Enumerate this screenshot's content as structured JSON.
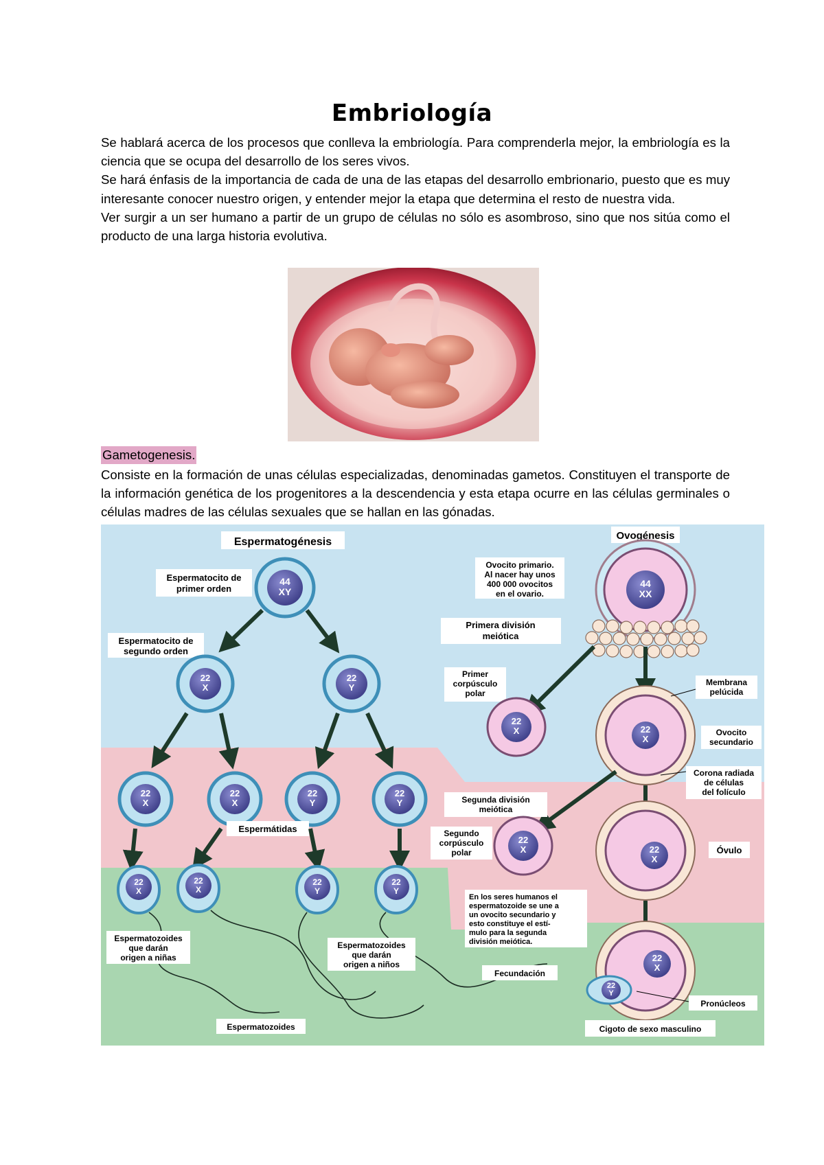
{
  "title": "Embriología",
  "intro_paragraphs": [
    "Se hablará acerca de los procesos que conlleva la embriología. Para comprenderla mejor, la embriología es la ciencia que se ocupa del desarrollo de los seres vivos.",
    "Se hará énfasis de la importancia de cada de una de las etapas del desarrollo embrionario, puesto que es muy interesante conocer nuestro origen, y entender mejor la etapa que determina el resto de nuestra vida.",
    "Ver surgir a un ser humano a partir de un grupo de células no sólo es asombroso, sino que nos sitúa como el producto de una larga historia evolutiva."
  ],
  "section": {
    "heading": "Gametogenesis.",
    "paragraph": "Consiste en la formación de unas células especializadas, denominadas gametos. Constituyen el transporte de la información genética de los progenitores a la descendencia y esta etapa ocurre en las células germinales o células madres de las células sexuales que se hallan en las gónadas."
  },
  "diagram": {
    "left_title": "Espermatogénesis",
    "right_title": "Ovogénesis",
    "labels": {
      "primary_spermatocyte": [
        "Espermatocito de",
        "primer orden"
      ],
      "secondary_spermatocyte": [
        "Espermatocito de",
        "segundo orden"
      ],
      "spermatids": "Espermátidas",
      "sperm_girls": [
        "Espermatozoides",
        "que darán",
        "origen a niñas"
      ],
      "sperm_boys": [
        "Espermatozoides",
        "que darán",
        "origen a niños"
      ],
      "sperm": "Espermatozoides",
      "primary_oocyte": [
        "Ovocito primario.",
        "Al nacer hay unos",
        "400 000 ovocitos",
        "en el ovario."
      ],
      "first_division": [
        "Primera división",
        "meiótica"
      ],
      "first_polar": [
        "Primer",
        "corpúsculo",
        "polar"
      ],
      "zona": [
        "Membrana",
        "pelúcida"
      ],
      "secondary_oocyte": [
        "Ovocito",
        "secundario"
      ],
      "corona": [
        "Corona radiada",
        "de células",
        "del folículo"
      ],
      "second_division": [
        "Segunda división",
        "meiótica"
      ],
      "second_polar": [
        "Segundo",
        "corpúsculo",
        "polar"
      ],
      "ovum": "Óvulo",
      "note": [
        "En los seres humanos el",
        "espermatozoide se une a",
        "un ovocito secundario y",
        "esto constituye el estí-",
        "mulo para la segunda",
        "división meiótica."
      ],
      "fertilization": "Fecundación",
      "pronuclei": "Pronúcleos",
      "zygote": "Cigoto de sexo masculino"
    },
    "chromosomes": {
      "diploid_male": [
        "44",
        "XY"
      ],
      "diploid_female": [
        "44",
        "XX"
      ],
      "haploid_x": [
        "22",
        "X"
      ],
      "haploid_y": [
        "22",
        "Y"
      ]
    },
    "colors": {
      "blue_band": "#c8e3f1",
      "pink_band": "#f2c6cc",
      "green_band": "#a9d6b0",
      "cell_fill": "#5a5ba6",
      "oocyte_fill": "#f5c9e4",
      "arrow": "#1e3a2a"
    }
  }
}
